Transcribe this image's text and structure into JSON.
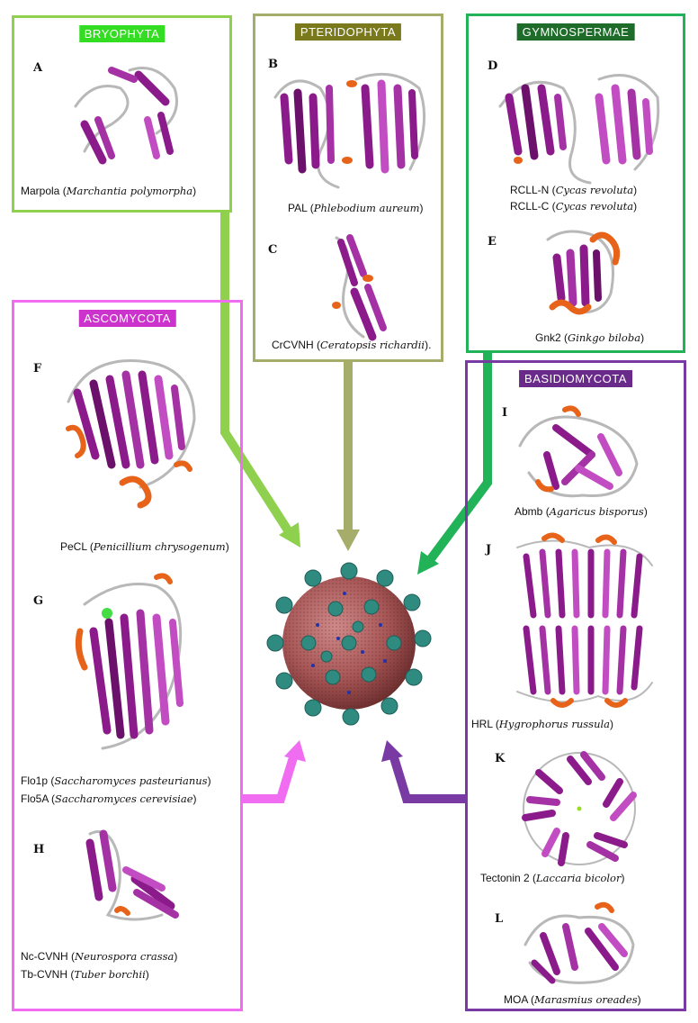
{
  "colors": {
    "bryophyta": "#8fd14f",
    "bryophyta_tag": "#33dd22",
    "pteridophyta": "#a6ad6a",
    "pteridophyta_tag": "#7a7a1c",
    "gymnospermae": "#22b359",
    "gymnospermae_tag": "#1e6b2a",
    "ascomycota": "#f06cf0",
    "ascomycota_tag": "#cc33cc",
    "basidiomycota": "#7a3aa3",
    "basidiomycota_tag": "#6a2a8a",
    "sheet": "#8b1a8b",
    "sheet_light": "#c24dc2",
    "helix": "#e8631a",
    "coil": "#b8b8b8",
    "virus_body": "#b06060",
    "spike": "#2f8a80"
  },
  "panels": {
    "bryophyta": {
      "title": "BRYOPHYTA",
      "entries": [
        {
          "letter": "A",
          "name": "Marpola",
          "species": "Marchantia polymorpha",
          "suffix": ""
        }
      ]
    },
    "pteridophyta": {
      "title": "PTERIDOPHYTA",
      "entries": [
        {
          "letter": "B",
          "name": "PAL",
          "species": "Phlebodium aureum",
          "suffix": ""
        },
        {
          "letter": "C",
          "name": "CrCVNH",
          "species": "Ceratopsis richardii",
          "suffix": "."
        }
      ]
    },
    "gymnospermae": {
      "title": "GYMNOSPERMAE",
      "entries": [
        {
          "letter": "D",
          "name": "RCLL-N",
          "species": "Cycas revoluta",
          "name2": "RCLL-C",
          "species2": "Cycas revoluta"
        },
        {
          "letter": "E",
          "name": "Gnk2",
          "species": "Ginkgo biloba"
        }
      ]
    },
    "ascomycota": {
      "title": "ASCOMYCOTA",
      "entries": [
        {
          "letter": "F",
          "name": "PeCL",
          "species": "Penicillium chrysogenum"
        },
        {
          "letter": "G",
          "name": "Flo1p",
          "species": "Saccharomyces pasteurianus",
          "name2": "Flo5A",
          "species2": "Saccharomyces cerevisiae"
        },
        {
          "letter": "H",
          "name": "Nc-CVNH",
          "species": "Neurospora crassa",
          "name2": "Tb-CVNH",
          "species2": "Tuber borchii"
        }
      ]
    },
    "basidiomycota": {
      "title": "BASIDIOMYCOTA",
      "entries": [
        {
          "letter": "I",
          "name": "Abmb",
          "species": "Agaricus bisporus"
        },
        {
          "letter": "J",
          "name": "HRL",
          "species": "Hygrophorus russula"
        },
        {
          "letter": "K",
          "name": "Tectonin 2",
          "species": "Laccaria bicolor"
        },
        {
          "letter": "L",
          "name": "MOA",
          "species": "Marasmius oreades"
        }
      ]
    }
  }
}
